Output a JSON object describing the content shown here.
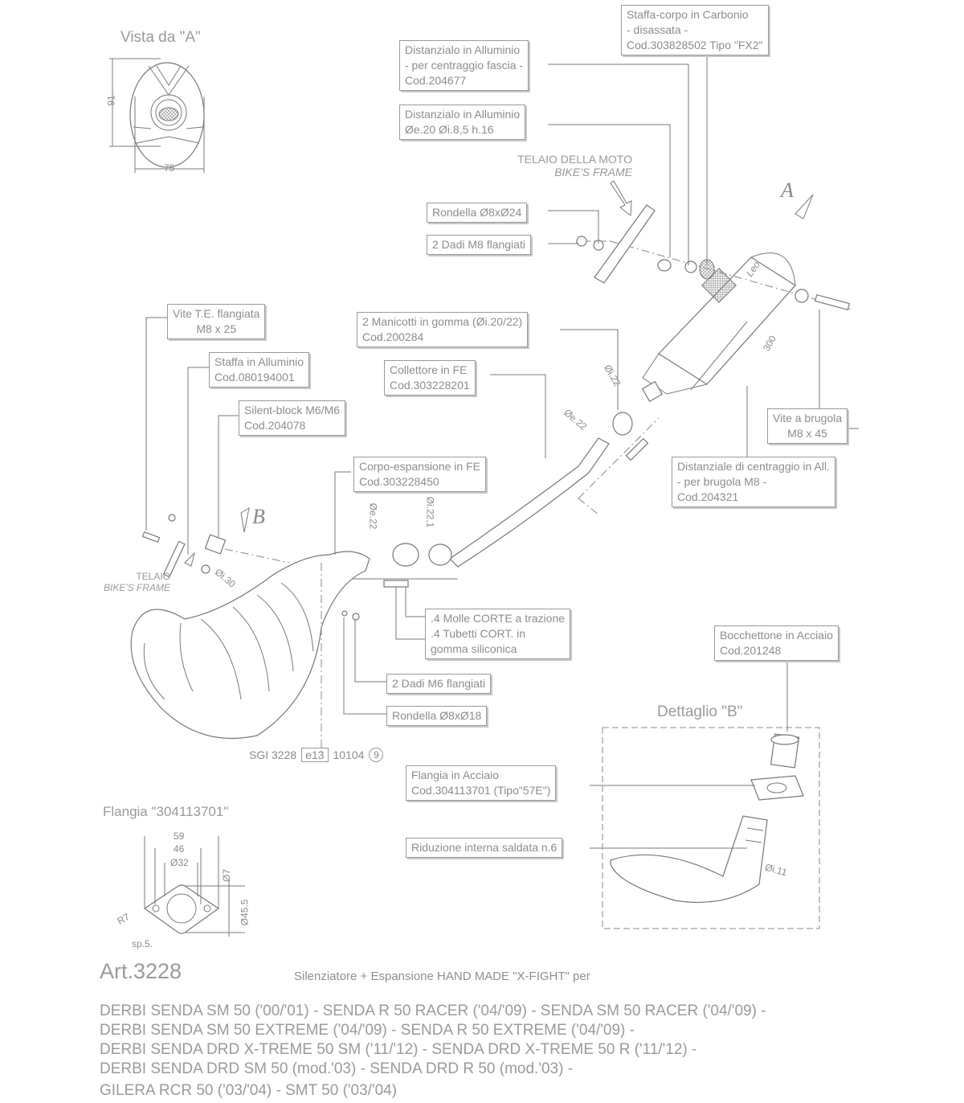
{
  "views": {
    "view_a": {
      "title": "Vista da \"A\"",
      "dim_height": "91",
      "dim_width": "75"
    },
    "flange_view": {
      "title": "Flangia \"304113701\"",
      "dims": [
        "59",
        "46",
        "Ø32",
        "Ø7",
        "Ø45.5",
        "R7",
        "sp.5."
      ]
    },
    "detail_b": {
      "title": "Dettaglio \"B\"",
      "dim": "Øi.11"
    },
    "marker_a": "A",
    "marker_b": "B"
  },
  "frame_labels": {
    "top": {
      "it": "TELAIO DELLA MOTO",
      "en": "BIKE'S FRAME"
    },
    "left": {
      "it": "TELAIO",
      "en": "BIKE'S FRAME"
    }
  },
  "dimensions": {
    "silencer_length": "300",
    "outlet_inner": "Øi.22",
    "collector_outer": "Øe.22",
    "body_outer": "Øe.22",
    "body_inner": "Øi.22,1",
    "flange_inner": "Øi.30"
  },
  "callouts": [
    {
      "id": "staffa-corpo",
      "lines": [
        "Staffa-corpo in Carbonio",
        "- disassata -",
        "Cod.303828502  Tipo \"FX2\""
      ]
    },
    {
      "id": "distanziale-fascia",
      "lines": [
        "Distanzialo in Alluminio",
        "- per centraggio fascia -",
        "Cod.204677"
      ]
    },
    {
      "id": "distanziale-h16",
      "lines": [
        "Distanzialo in Alluminio",
        "Øe.20  Øi.8,5  h.16"
      ]
    },
    {
      "id": "rondella-24",
      "lines": [
        "Rondella Ø8xØ24"
      ]
    },
    {
      "id": "dadi-m8",
      "lines": [
        "2 Dadi M8 flangiati"
      ]
    },
    {
      "id": "vite-te",
      "lines": [
        "Vite T.E. flangiata",
        "M8 x 25"
      ]
    },
    {
      "id": "staffa-alluminio",
      "lines": [
        "Staffa in Alluminio",
        "Cod.080194001"
      ]
    },
    {
      "id": "silent-block",
      "lines": [
        "Silent-block M6/M6",
        "Cod.204078"
      ]
    },
    {
      "id": "manicotti",
      "lines": [
        "2 Manicotti in gomma (Øi.20/22)",
        "Cod.200284"
      ]
    },
    {
      "id": "collettore",
      "lines": [
        "Collettore in FE",
        "Cod.303228201"
      ]
    },
    {
      "id": "corpo-espansione",
      "lines": [
        "Corpo-espansione in FE",
        "Cod.303228450"
      ]
    },
    {
      "id": "vite-brugola",
      "lines": [
        "Vite a brugola",
        "M8 x 45"
      ]
    },
    {
      "id": "distanziale-centraggio",
      "lines": [
        "Distanziale di centraggio in All.",
        "- per brugola M8 -",
        "Cod.204321"
      ]
    },
    {
      "id": "molle-tubetti",
      "lines": [
        ".4 Molle CORTE a trazione",
        ".4 Tubetti CORT. in",
        " gomma siliconica"
      ]
    },
    {
      "id": "dadi-m6",
      "lines": [
        "2 Dadi M6 flangiati"
      ]
    },
    {
      "id": "rondella-18",
      "lines": [
        "Rondella Ø8xØ18"
      ]
    },
    {
      "id": "bocchettone",
      "lines": [
        "Bocchettone in Acciaio",
        "Cod.201248"
      ]
    },
    {
      "id": "flangia",
      "lines": [
        "Flangia in Acciaio",
        "Cod.304113701  (Tipo\"57E\")"
      ]
    },
    {
      "id": "riduzione",
      "lines": [
        "Riduzione interna saldata n.6"
      ]
    }
  ],
  "homologation": {
    "code": "SGI 3228",
    "mark": "e13",
    "number": "10104",
    "circle": "9"
  },
  "footer": {
    "article": "Art.3228",
    "description": "Silenziatore + Espansione  HAND MADE \"X-FIGHT\"   per",
    "applications": [
      "DERBI SENDA SM 50 ('00/'01) - SENDA R 50 RACER ('04/'09) - SENDA SM 50 RACER ('04/'09) -",
      "DERBI SENDA SM 50 EXTREME ('04/'09) - SENDA R 50 EXTREME ('04/'09) -",
      "DERBI SENDA DRD X-TREME 50 SM ('11/'12) - SENDA DRD X-TREME 50 R ('11/'12) -",
      "DERBI SENDA DRD SM 50 (mod.'03) - SENDA DRD R 50 (mod.'03) -",
      "GILERA RCR 50 ('03/'04) - SMT 50 ('03/'04)"
    ]
  }
}
